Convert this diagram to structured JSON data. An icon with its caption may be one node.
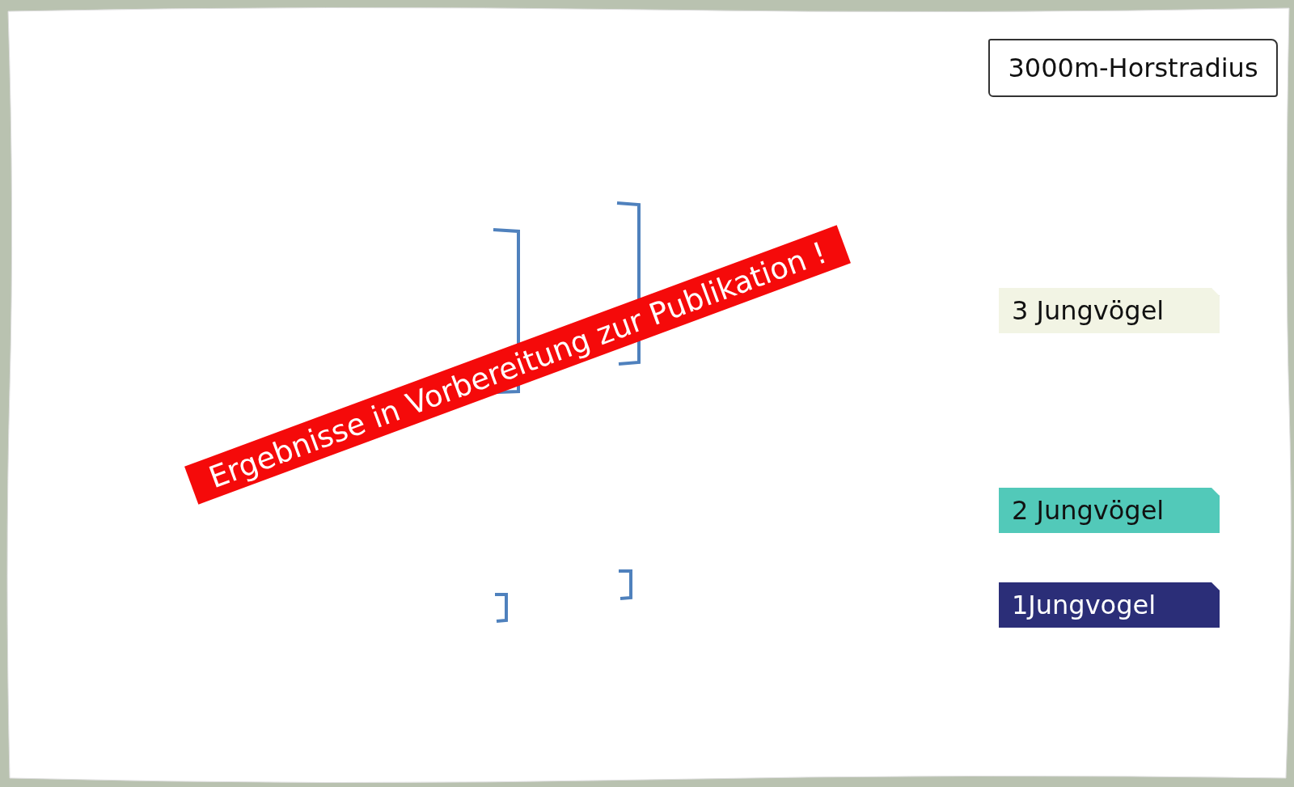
{
  "diagram": {
    "nodes": [
      {
        "text": [
          "3000m-Horstradius"
        ]
      }
    ],
    "labels": [
      "Ergebnisse in Vorbereitung zur Publikation !"
    ],
    "legend": [
      {
        "text": "3 Jungvögel",
        "color": "#f2f4e4"
      },
      {
        "text": "2 Jungvögel",
        "color": "#52c9b9"
      },
      {
        "text": "1Jungvogel",
        "color": "#2b2e78"
      }
    ]
  }
}
